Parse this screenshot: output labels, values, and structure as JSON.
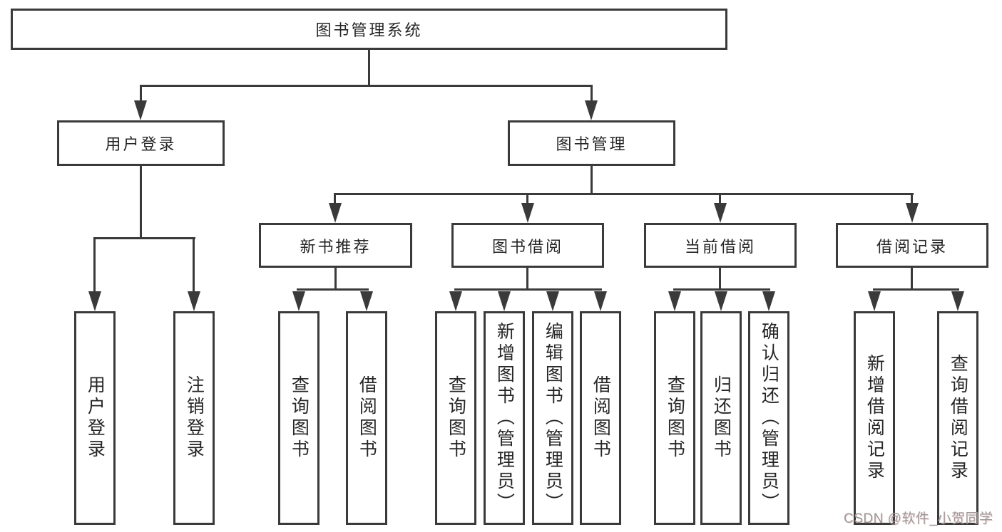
{
  "diagram": {
    "root": {
      "label": "图书管理系统"
    },
    "level2": [
      {
        "label": "用户登录"
      },
      {
        "label": "图书管理"
      }
    ],
    "level3": [
      {
        "label": "新书推荐"
      },
      {
        "label": "图书借阅"
      },
      {
        "label": "当前借阅"
      },
      {
        "label": "借阅记录"
      }
    ],
    "leaves": {
      "user_login": [
        {
          "label": "用户登录"
        },
        {
          "label": "注销登录"
        }
      ],
      "new_books": [
        {
          "label": "查询图书"
        },
        {
          "label": "借阅图书"
        }
      ],
      "book_borrow": [
        {
          "label": "查询图书"
        },
        {
          "label": "新增图书（管理员）"
        },
        {
          "label": "编辑图书（管理员）"
        },
        {
          "label": "借阅图书"
        }
      ],
      "current_borrow": [
        {
          "label": "查询图书"
        },
        {
          "label": "归还图书"
        },
        {
          "label": "确认归还（管理员）"
        }
      ],
      "borrow_records": [
        {
          "label": "新增借阅记录"
        },
        {
          "label": "查询借阅记录"
        }
      ]
    },
    "colors": {
      "line": "#3a3a3a",
      "box_border": "#3a3a3a",
      "text": "#262626",
      "watermark": "#9b9b9b",
      "background": "#ffffff"
    }
  },
  "watermark": {
    "text": "CSDN @软件_小贺同学"
  }
}
